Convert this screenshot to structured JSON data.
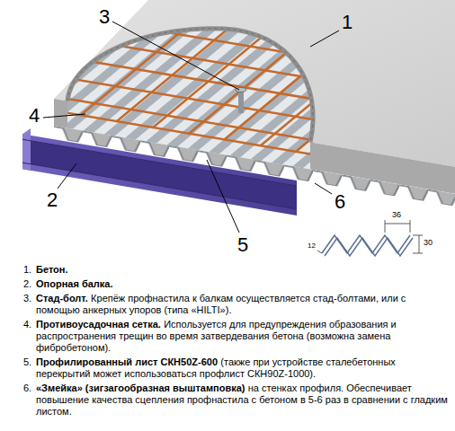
{
  "diagram": {
    "labels": [
      "1",
      "2",
      "3",
      "4",
      "5",
      "6",
      "36",
      "12",
      "30",
      "1.",
      "Бетон.",
      "2.",
      "Опорная балка.",
      "3.",
      "Стад-болт.",
      "Крепёж профнастила к балкам осуществляется стад-болтами, или с помощью анкерных упоров (типа «HILTI»).",
      "4.",
      "Противоусадочная сетка.",
      "Используется для предупреждения образования и распространения трещин во время затвердевания бетона (возможна замена фибробетоном).",
      "5.",
      "Профилированный лист СКН50Z-600",
      "(также при устройстве сталебетонных перекрытий может использоваться профлист СКН90Z-1000).",
      "6.",
      "«Змейка» (зигзагообразная выштамповка)",
      "на стенках профиля. Обеспечивает повышение качества сцепления профнастила с бетоном в 5-6 раз в сравнении с гладким листом."
    ]
  }
}
